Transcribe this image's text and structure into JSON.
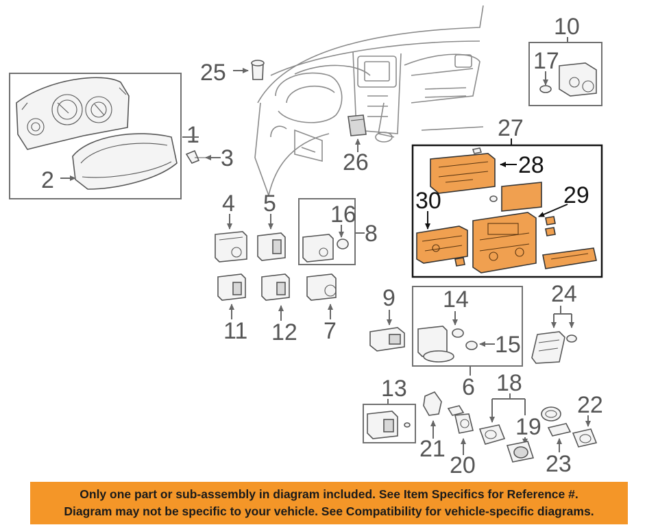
{
  "callouts": {
    "n1": "1",
    "n2": "2",
    "n3": "3",
    "n4": "4",
    "n5": "5",
    "n6": "6",
    "n7": "7",
    "n8": "8",
    "n9": "9",
    "n10": "10",
    "n11": "11",
    "n12": "12",
    "n13": "13",
    "n14": "14",
    "n15": "15",
    "n16": "16",
    "n17": "17",
    "n18": "18",
    "n19": "19",
    "n20": "20",
    "n21": "21",
    "n22": "22",
    "n23": "23",
    "n24": "24",
    "n25": "25",
    "n26": "26",
    "n27": "27",
    "n28": "28",
    "n29": "29",
    "n30": "30"
  },
  "colors": {
    "highlight": "#f0a050",
    "banner": "#f49628",
    "line": "#555555"
  },
  "disclaimer": {
    "line1": "Only one part or sub-assembly in diagram included. See Item Specifics for Reference #.",
    "line2": "Diagram may not be specific to your vehicle. See Compatibility for vehicle-specific diagrams."
  }
}
